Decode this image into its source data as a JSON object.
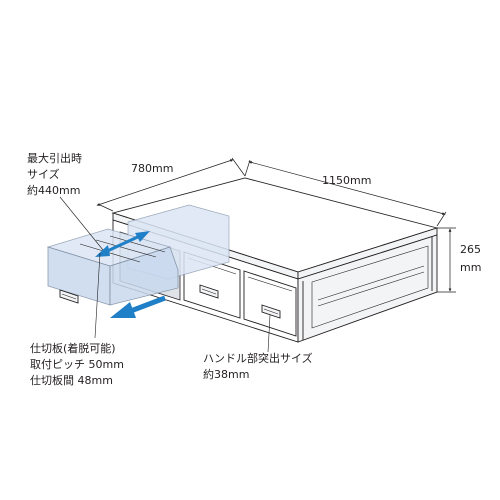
{
  "dimensions": {
    "depth": "780mm",
    "width": "1150mm",
    "height_value": "265",
    "height_unit": "mm"
  },
  "callouts": {
    "max_draw": [
      "最大引出時",
      "サイズ",
      "約440mm"
    ],
    "divider": [
      "仕切板(着脱可能)",
      "取付ピッチ 50mm",
      "仕切板間 48mm"
    ],
    "handle": [
      "ハンドル部突出サイズ",
      "約38mm"
    ]
  },
  "colors": {
    "arrow": "#1f7fc7",
    "drawer_tint": "#c9d9ee",
    "line": "#231f20"
  }
}
